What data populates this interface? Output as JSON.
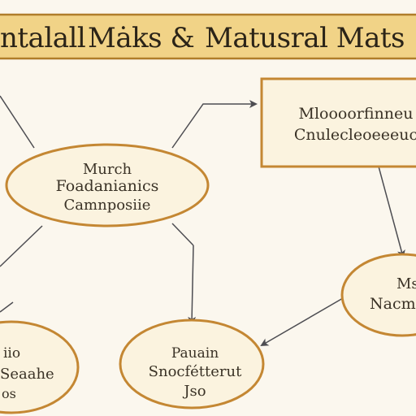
{
  "banner": {
    "title_left": "ntalall",
    "title_mid": "Mȧks &",
    "title_right": "Matusral Mats"
  },
  "nodes": {
    "center_left": {
      "lines": [
        "Murch",
        "Foadanianics",
        "Camnposiie"
      ]
    },
    "top_right": {
      "lines": [
        "Mloooorfinneu",
        "Cnulecleoeeeuc"
      ]
    },
    "mid_right": {
      "lines": [
        "Ms",
        "Nacmr"
      ]
    },
    "bottom_center": {
      "lines": [
        "Pauain",
        "Snocfétterut",
        "Jso"
      ]
    },
    "bottom_left": {
      "lines": [
        "iio",
        "Seaahe",
        "os"
      ]
    }
  },
  "colors": {
    "background": "#fbf7ee",
    "banner_fill": "#f1d387",
    "banner_stroke": "#b07d2a",
    "node_fill": "#fbf3df",
    "node_stroke": "#c48733",
    "arrow": "#4d4d52"
  }
}
